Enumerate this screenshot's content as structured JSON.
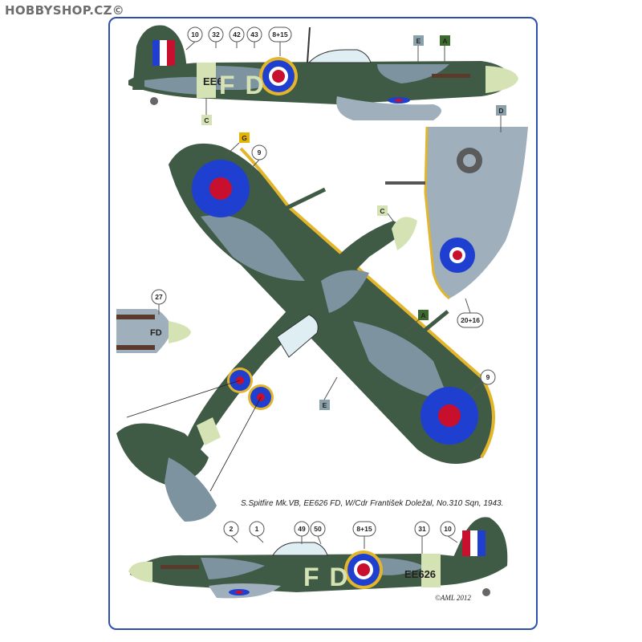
{
  "watermark": "HOBBYSHOP.CZ©",
  "caption": "S.Spitfire Mk.VB,  EE626 FD,  W/Cdr František Doležal, No.310 Sqn, 1943.",
  "copyright": "©AML 2012",
  "codes": {
    "top_side_serial": "EE6",
    "top_side_letters": "F D",
    "bottom_side_letters": "F D",
    "bottom_side_serial": "EE626",
    "nose_letters": "FD"
  },
  "callouts_top": [
    "10",
    "32",
    "42",
    "43",
    "8+15"
  ],
  "callouts_bottom": [
    "2",
    "1",
    "49",
    "50",
    "8+15",
    "31",
    "10"
  ],
  "callouts_plan": [
    "9",
    "9",
    "27",
    "20+16"
  ],
  "letter_tags": [
    "E",
    "A",
    "C",
    "G",
    "C",
    "D",
    "A",
    "E"
  ],
  "colors": {
    "frame": "#2e4fae",
    "dark_green": "#3f5b45",
    "sea_grey": "#7d93a0",
    "sky": "#d5e3b4",
    "underside": "#9fb0bc",
    "roundel_blue": "#1f3fd0",
    "roundel_red": "#c8102e",
    "roundel_yellow": "#e2b52a",
    "fin_red": "#c8102e",
    "tag_green": "#3d6b2f",
    "tag_grey": "#8aa0aa",
    "tag_yellow": "#e4b400"
  }
}
